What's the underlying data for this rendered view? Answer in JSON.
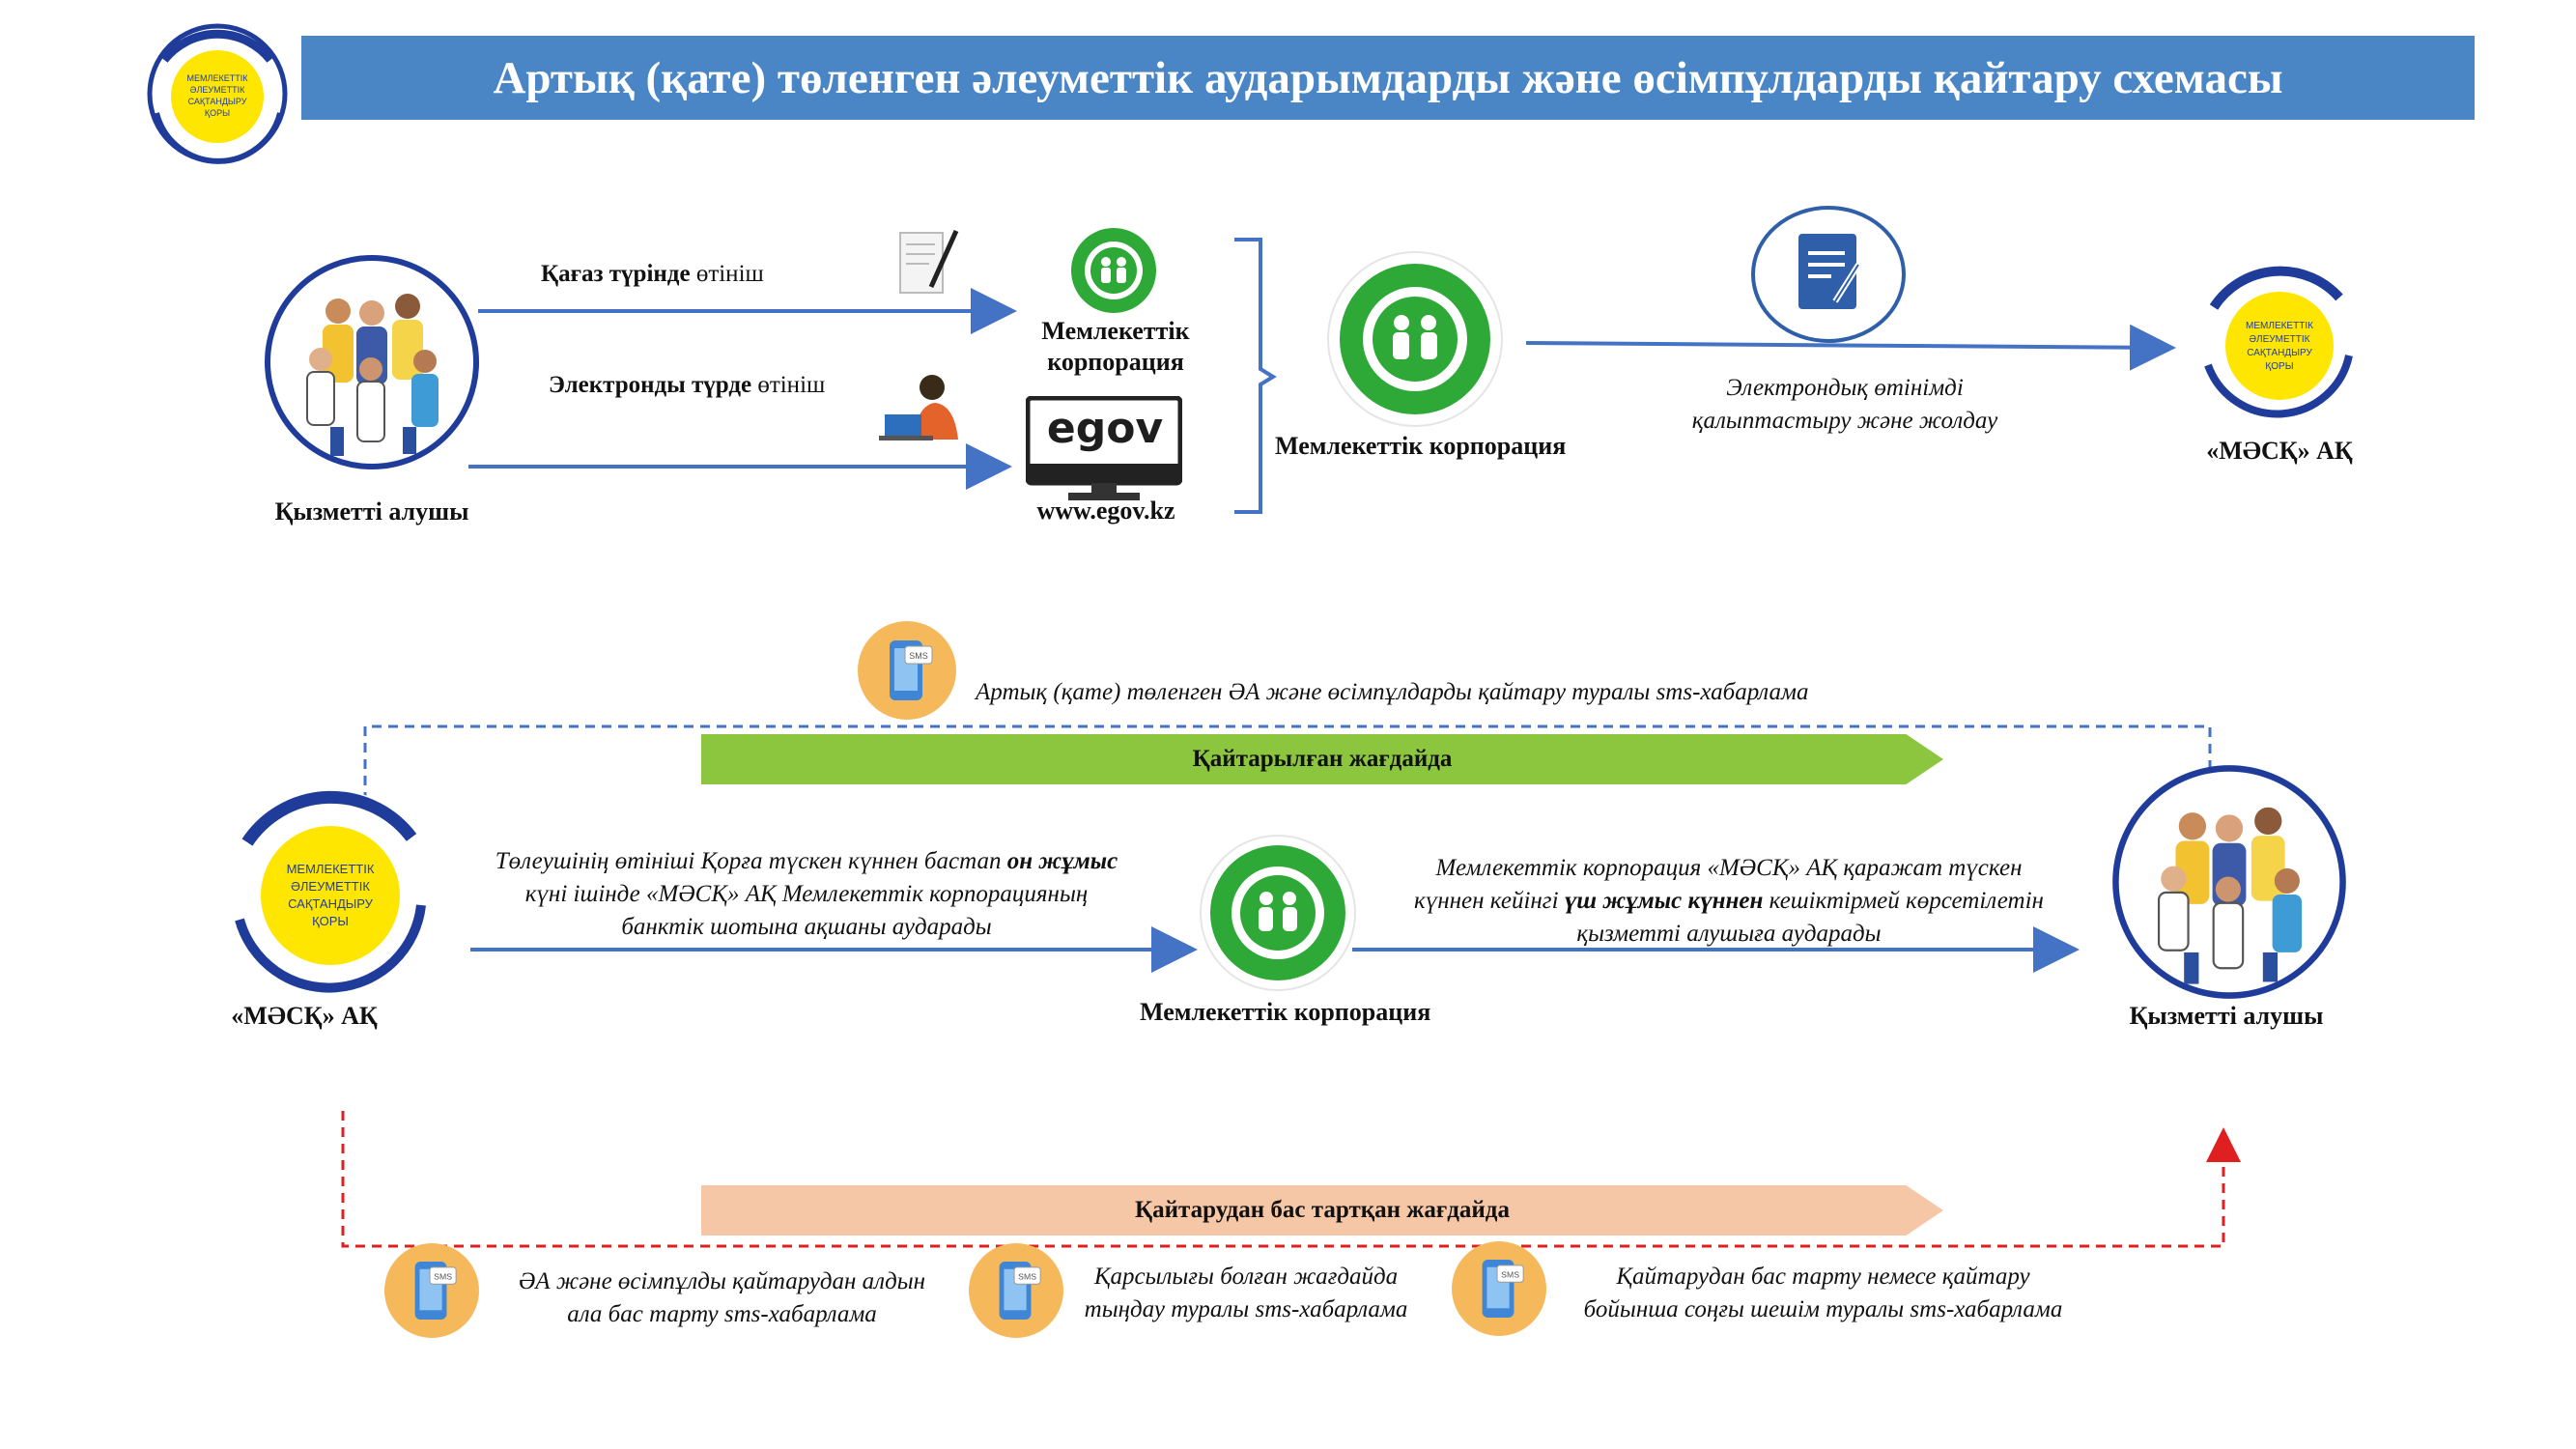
{
  "header": {
    "title": "Артық (қате) төленген әлеуметтік аударымдарды және өсімпұлдарды қайтару схемасы",
    "logo_text": [
      "МЕМЛЕКЕТТІК",
      "ӘЛЕУМЕТТІК",
      "САҚТАНДЫРУ",
      "ҚОРЫ"
    ]
  },
  "top_flow": {
    "recipient_label": "Қызметті алушы",
    "paper_bold": "Қағаз түрінде",
    "paper_rest": " өтініш",
    "electronic_bold": "Электронды түрде",
    "electronic_rest": " өтініш",
    "gov_corp_small_label": "Мемлекеттік корпорация",
    "egov_logo": "egov",
    "egov_url": "www.egov.kz",
    "gov_corp_label": "Мемлекеттік корпорация",
    "send_line1": "Электрондық өтінімді",
    "send_line2": "қалыптастыру және жолдау",
    "fund_label": "«МӘСҚ» АҚ"
  },
  "middle_flow": {
    "sms_top": "Артық (қате) төленген ӘА және өсімпұлдарды қайтару туралы sms-хабарлама",
    "returned_bar": "Қайтарылған жағдайда",
    "fund_label": "«МӘСҚ» АҚ",
    "left_text_line1_a": "Төлеушінің өтініші Қорға түскен күннен бастап ",
    "left_text_line1_b": "он жұмыс",
    "left_text_line2": "күні ішінде «МӘСҚ» АҚ Мемлекеттік корпорацияның",
    "left_text_line3": "банктік шотына ақшаны аударады",
    "gov_corp_label": "Мемлекеттік корпорация",
    "right_text_line1": "Мемлекеттік корпорация  «МӘСҚ» АҚ  қаражат түскен",
    "right_text_line2_a": "күннен кейінгі ",
    "right_text_line2_b": "үш жұмыс күннен",
    "right_text_line2_c": " кешіктірмей көрсетілетін",
    "right_text_line3": "қызметті алушыға аударады",
    "recipient_label": "Қызметті алушы"
  },
  "bottom_flow": {
    "refused_bar": "Қайтарудан бас тартқан жағдайда",
    "sms1_line1": "ӘА және өсімпұлды қайтарудан алдын",
    "sms1_line2": "ала бас тарту sms-хабарлама",
    "sms2_line1": "Қарсылығы болған жағдайда",
    "sms2_line2": "тыңдау туралы sms-хабарлама",
    "sms3_line1": "Қайтарудан бас тарту немесе қайтару",
    "sms3_line2": "бойынша соңғы шешім туралы sms-хабарлама"
  },
  "icons": {
    "sms_badge": "SMS",
    "sms_icon": "phone-sms-icon",
    "doc_icon": "document-edit-icon",
    "people_icon": "people-group-icon",
    "corp_icon": "sun-family-icon"
  },
  "colors": {
    "title_bar": "#4a86c5",
    "arrow_blue": "#4472c4",
    "green_bar": "#8cc63f",
    "peach_bar": "#f6c7a6",
    "red_dash": "#e02020",
    "corp_green": "#2ea836",
    "fund_yellow": "#ffe600",
    "fund_blue": "#1f3c9a",
    "sms_circle": "#f5b95c"
  }
}
